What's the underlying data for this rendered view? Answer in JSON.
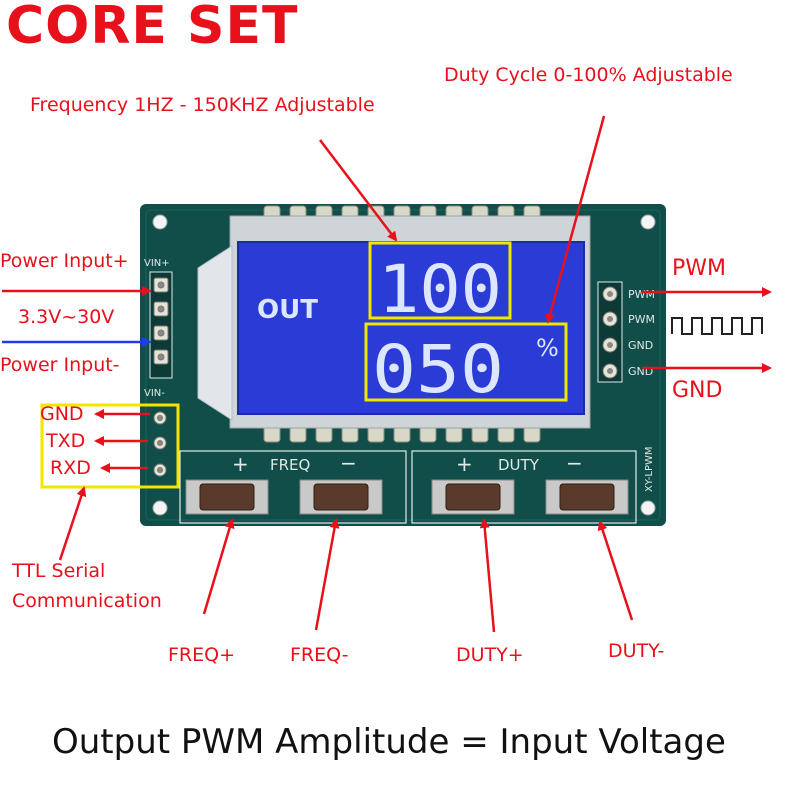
{
  "brand": "CORE SET",
  "labels": {
    "frequency": "Frequency 1HZ - 150KHZ Adjustable",
    "duty_cycle": "Duty Cycle 0-100% Adjustable",
    "power_input_plus": "Power Input+",
    "voltage_range": "3.3V~30V",
    "power_input_minus": "Power Input-",
    "gnd_left": "GND",
    "txd": "TXD",
    "rxd": "RXD",
    "ttl_serial": "TTL Serial",
    "communication": "Communication",
    "pwm_out": "PWM",
    "gnd_out": "GND",
    "freq_plus": "FREQ+",
    "freq_minus": "FREQ-",
    "duty_plus": "DUTY+",
    "duty_minus": "DUTY-"
  },
  "board": {
    "vin_plus": "VIN+",
    "vin_minus": "VIN-",
    "pins_right": [
      "PWM",
      "PWM",
      "GND",
      "GND"
    ],
    "freq_group": "FREQ",
    "duty_group": "DUTY",
    "plus_sign": "+",
    "minus_sign": "−",
    "model": "XY-LPWM"
  },
  "lcd": {
    "out_label": "OUT",
    "frequency_value": "100",
    "duty_value": "050",
    "percent_sign": "%"
  },
  "caption": "Output PWM Amplitude = Input Voltage",
  "colors": {
    "accent_red": "#e8101a",
    "pcb": "#124e49",
    "lcd": "#2a3bd6",
    "highlight_yellow": "#f3e500",
    "arrow_blue": "#1d3cf0"
  }
}
